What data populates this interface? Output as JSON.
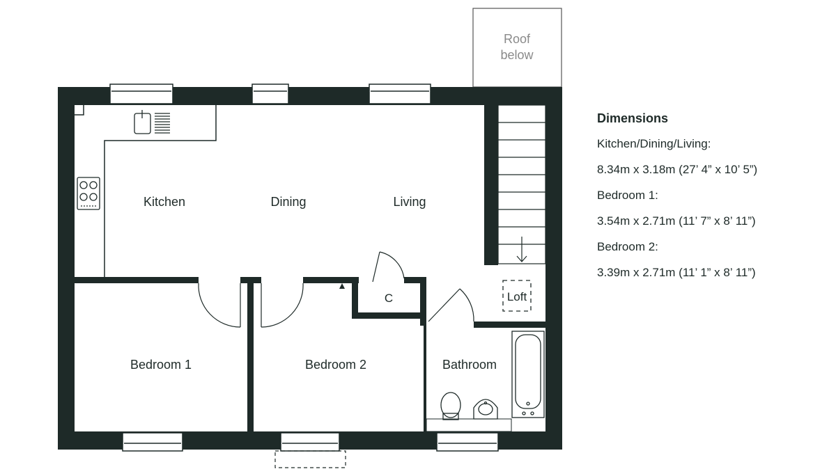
{
  "rooms": {
    "kitchen": "Kitchen",
    "dining": "Dining",
    "living": "Living",
    "bedroom1": "Bedroom 1",
    "bedroom2": "Bedroom 2",
    "bathroom": "Bathroom",
    "cupboard": "C",
    "loft": "Loft"
  },
  "roof": {
    "line1": "Roof",
    "line2": "below"
  },
  "dimensions": {
    "title": "Dimensions",
    "entries": [
      {
        "name": "Kitchen/Dining/Living:",
        "size": "8.34m x 3.18m (27’ 4” x 10’ 5”)"
      },
      {
        "name": "Bedroom 1:",
        "size": "3.54m x 2.71m (11’ 7” x 8’ 11”)"
      },
      {
        "name": "Bedroom 2:",
        "size": "3.39m x 2.71m (11’ 1” x 8’ 11”)"
      }
    ]
  },
  "colors": {
    "wall": "#1e2a28",
    "line": "#1e2a28",
    "roof_outline": "#555555",
    "roof_text": "#8a8a8a"
  },
  "icons": [
    "sink-icon",
    "hob-icon",
    "toilet-icon",
    "basin-icon",
    "bath-icon",
    "stairs-icon",
    "loft-hatch-icon",
    "door-swing-icon",
    "window-icon"
  ]
}
